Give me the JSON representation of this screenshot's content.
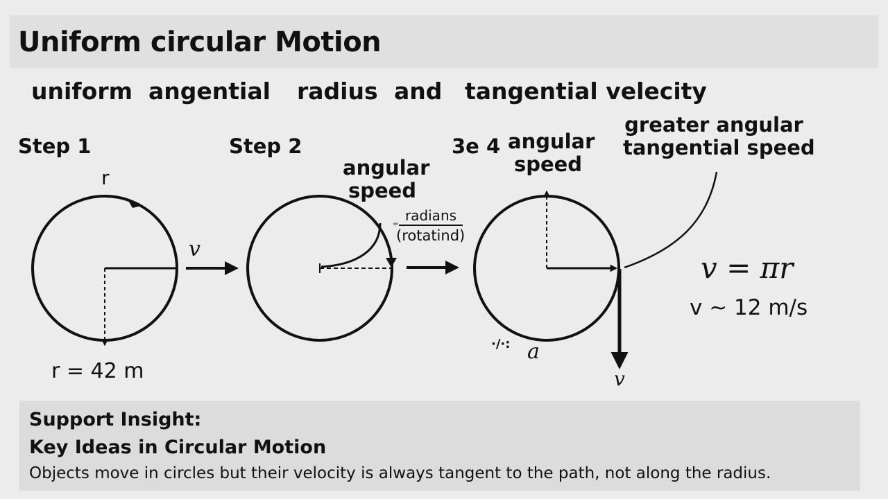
{
  "title": "Uniform circular Motion",
  "subtitle_words": [
    "uniform",
    "angential",
    "radius",
    "and",
    "tangential velecity"
  ],
  "steps": {
    "step1": "Step 1",
    "step2": "Step 2",
    "step3": "3e 4"
  },
  "step1": {
    "radius_top_label": "r",
    "radius_value": "r = 42 m"
  },
  "arrow1_label": "v",
  "step2": {
    "angular_line1": "angular",
    "angular_line2": "speed",
    "fraction_marker": "=",
    "fraction_top": "radians",
    "fraction_bottom": "(rotatind)"
  },
  "step3": {
    "angular_line1": "angular",
    "angular_line2": "speed",
    "callout_line1": "greater angular",
    "callout_line2": "tangential speed",
    "scribble": "·/·:",
    "accel_label": "a",
    "velocity_label": "v"
  },
  "formula": {
    "main": "v = πr",
    "approx": "v ~ 12 m/s"
  },
  "insight": {
    "heading1": "Support Insight:",
    "heading2": "Key Ideas in Circular Motion",
    "body": "Objects move in circles but their velocity is always tangent to the path, not along the radius."
  }
}
